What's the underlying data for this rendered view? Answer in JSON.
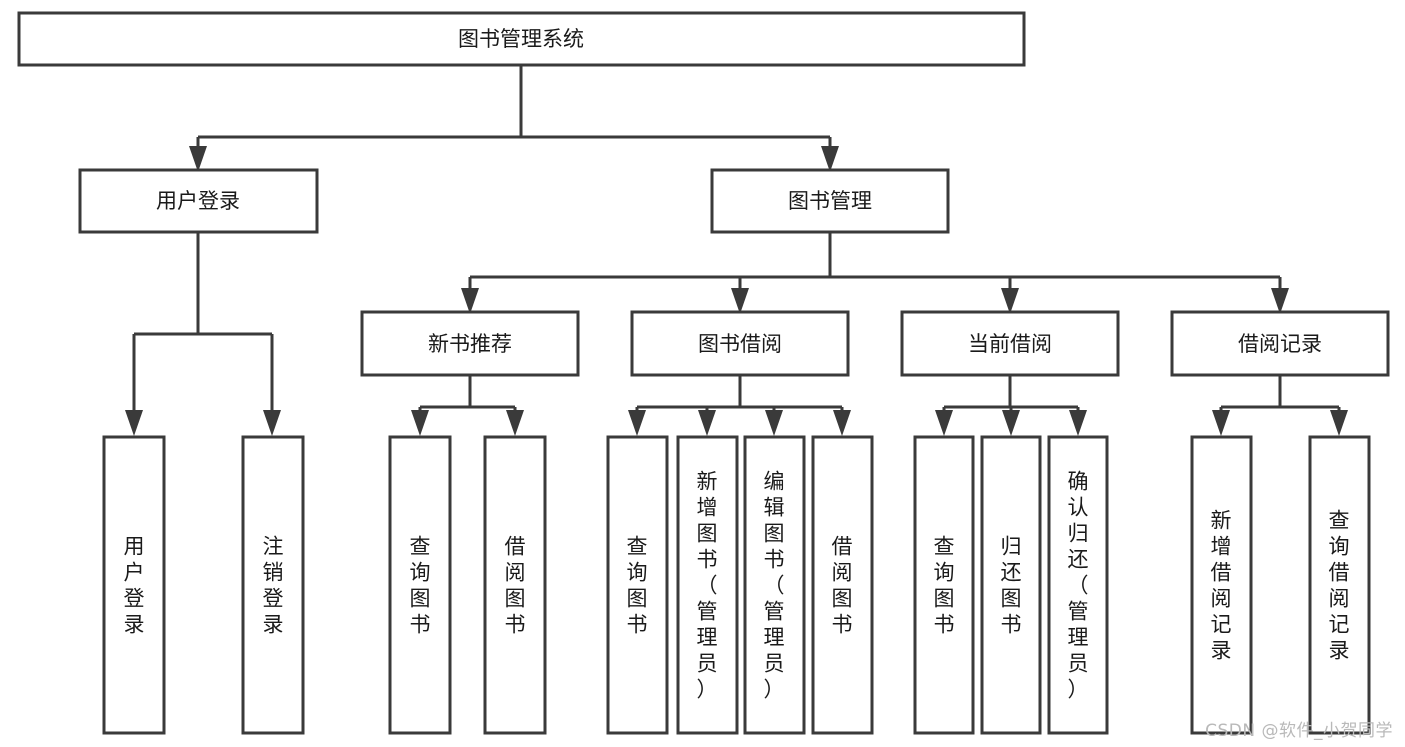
{
  "diagram": {
    "type": "tree-hierarchy",
    "title": "图书管理系统",
    "watermark": "CSDN @软件_小贺同学",
    "colors": {
      "box_stroke": "#3a3a3a",
      "box_fill": "#ffffff",
      "connector": "#3a3a3a",
      "text": "#1a1a1a",
      "watermark": "#b9b9b9",
      "background": "#ffffff"
    },
    "root": {
      "label": "图书管理系统"
    },
    "level2": [
      {
        "label": "用户登录"
      },
      {
        "label": "图书管理"
      }
    ],
    "level3": [
      {
        "label": "新书推荐"
      },
      {
        "label": "图书借阅"
      },
      {
        "label": "当前借阅"
      },
      {
        "label": "借阅记录"
      }
    ],
    "leaves": {
      "user_login": [
        {
          "label": "用户登录"
        },
        {
          "label": "注销登录"
        }
      ],
      "new_book_recommend": [
        {
          "label": "查询图书"
        },
        {
          "label": "借阅图书"
        }
      ],
      "book_borrow": [
        {
          "label": "查询图书"
        },
        {
          "label": "新增图书（管理员）"
        },
        {
          "label": "编辑图书（管理员）"
        },
        {
          "label": "借阅图书"
        }
      ],
      "current_borrow": [
        {
          "label": "查询图书"
        },
        {
          "label": "归还图书"
        },
        {
          "label": "确认归还（管理员）"
        }
      ],
      "borrow_record": [
        {
          "label": "新增借阅记录"
        },
        {
          "label": "查询借阅记录"
        }
      ]
    }
  }
}
